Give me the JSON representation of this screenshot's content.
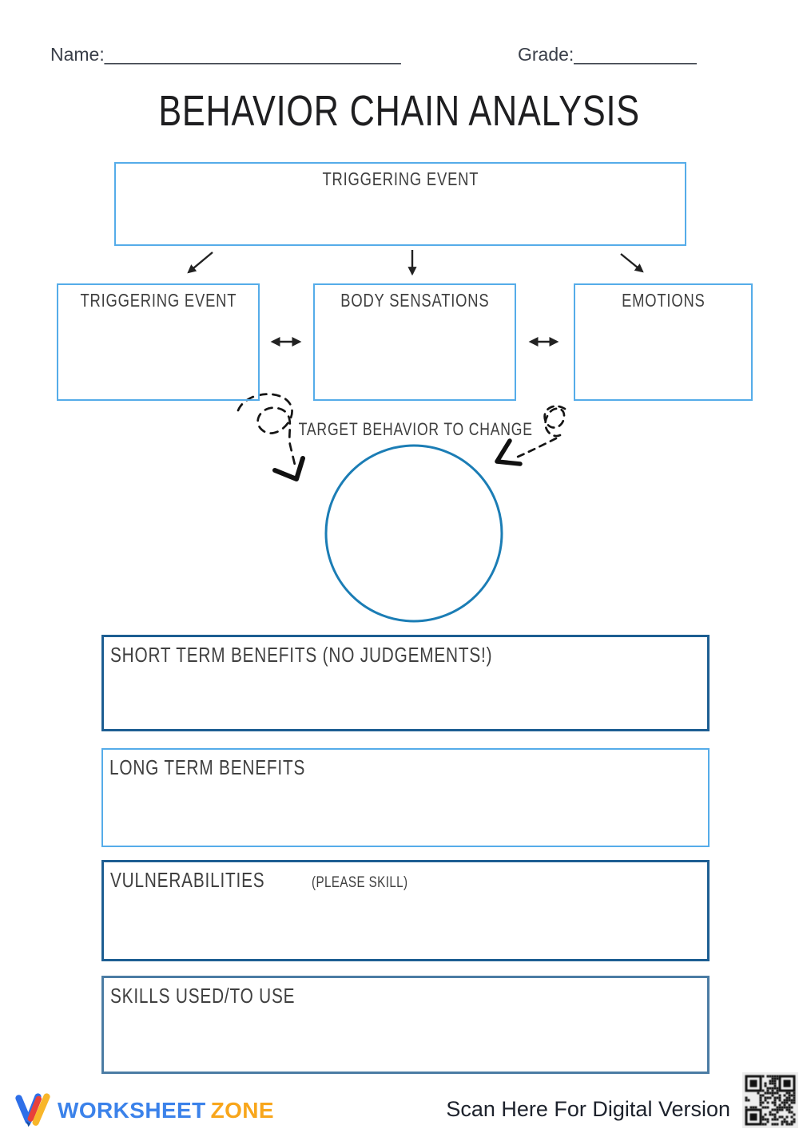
{
  "header": {
    "name_label": "Name:",
    "name_line": "_____________________________",
    "grade_label": "Grade:",
    "grade_line": "____________"
  },
  "title": "BEHAVIOR CHAIN ANALYSIS",
  "diagram": {
    "top_box": {
      "label": "TRIGGERING EVENT"
    },
    "row_boxes": [
      {
        "label": "TRIGGERING EVENT"
      },
      {
        "label": "BODY SENSATIONS"
      },
      {
        "label": "EMOTIONS"
      }
    ],
    "target_label": "TARGET BEHAVIOR TO CHANGE"
  },
  "sections": [
    {
      "label": "SHORT TERM BENEFITS (NO JUDGEMENTS!)",
      "border": "#1d5e92"
    },
    {
      "label": "LONG TERM BENEFITS",
      "border": "#55ace9"
    },
    {
      "label": "VULNERABILITIES",
      "sublabel": "(PLEASE SKILL)",
      "border": "#1d5e92"
    },
    {
      "label": "SKILLS USED/TO USE",
      "border": "#4b7ca4"
    }
  ],
  "footer": {
    "brand_part1": "WORKSHEET",
    "brand_part2": "ZONE",
    "scan_text": "Scan Here For Digital Version"
  },
  "colors": {
    "light_blue": "#55ace9",
    "dark_blue": "#1d5e92",
    "steel_blue": "#4b7ca4",
    "circle_blue": "#1b7db5",
    "arrow_dark": "#222222",
    "brand_blue": "#3b82ea",
    "brand_orange": "#f8a61b"
  }
}
